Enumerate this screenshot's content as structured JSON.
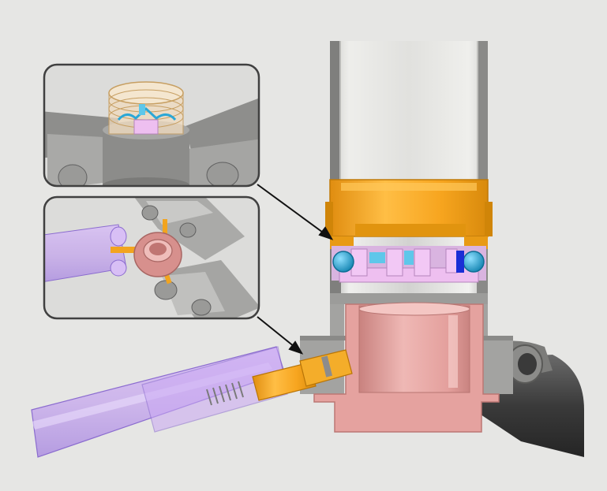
{
  "figure": {
    "background": "#e6e6e4",
    "colors": {
      "tube_gray": "#c8c8c6",
      "tube_shadow": "#8e8e8c",
      "housing_gray": "#9a9a98",
      "orange": "#f2a41f",
      "orange_dark": "#d88a0c",
      "pink": "#e7a9a6",
      "pink_dark": "#c67f7c",
      "lilac": "#eebff0",
      "purple_translucent": "#c9a4f0",
      "blue_ball": "#2ba7d6",
      "dark_blue": "#1a2ed6",
      "arm_dark": "#3c3c3c",
      "callout_border": "#404040",
      "arrow": "#111111"
    },
    "callouts": [
      {
        "name": "top-callout",
        "subject": "top-ring-inset"
      },
      {
        "name": "bottom-callout",
        "subject": "pin-hub-inset"
      }
    ]
  }
}
